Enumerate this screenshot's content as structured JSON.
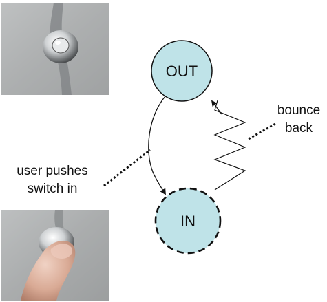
{
  "states": {
    "out": {
      "label": "OUT",
      "fill": "#bfe3e8",
      "stroke": "#111111"
    },
    "in": {
      "label": "IN",
      "fill": "#bfe3e8",
      "stroke": "#111111",
      "border_style": "dashed"
    }
  },
  "annotations": {
    "bounce_line1": "bounce",
    "bounce_line2": "back",
    "push_line1": "user pushes",
    "push_line2": "switch in"
  },
  "photos": {
    "top": {
      "icon": "push-switch-released-photo"
    },
    "bottom": {
      "icon": "finger-pressing-switch-photo"
    }
  }
}
